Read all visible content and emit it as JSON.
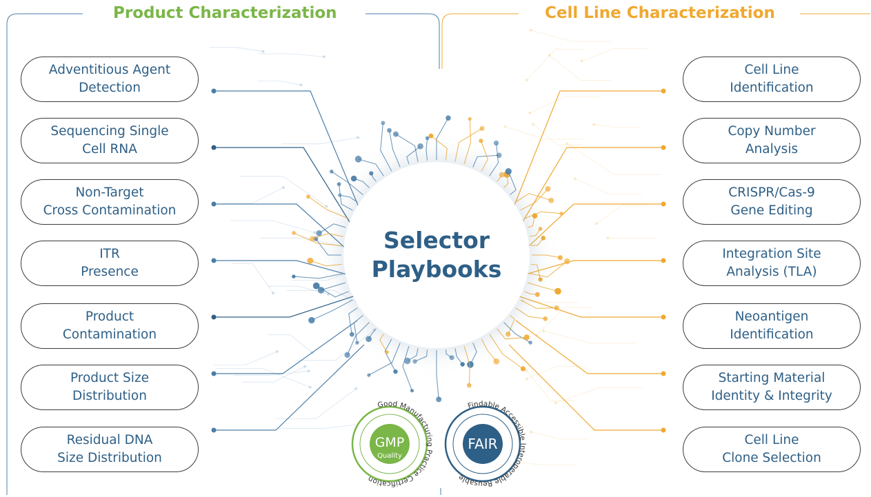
{
  "left_section": {
    "title": "Product Characterization",
    "color": "#7ab648",
    "items": [
      {
        "line1": "Adventitious Agent",
        "line2": "Detection"
      },
      {
        "line1": "Sequencing Single",
        "line2": "Cell RNA"
      },
      {
        "line1": "Non-Target",
        "line2": "Cross Contamination"
      },
      {
        "line1": "ITR",
        "line2": "Presence"
      },
      {
        "line1": "Product",
        "line2": "Contamination"
      },
      {
        "line1": "Product Size",
        "line2": "Distribution"
      },
      {
        "line1": "Residual DNA",
        "line2": "Size Distribution"
      }
    ]
  },
  "right_section": {
    "title": "Cell Line Characterization",
    "color": "#f0a830",
    "items": [
      {
        "line1": "Cell Line",
        "line2": "Identification"
      },
      {
        "line1": "Copy Number",
        "line2": "Analysis"
      },
      {
        "line1": "CRISPR/Cas-9",
        "line2": "Gene Editing"
      },
      {
        "line1": "Integration Site",
        "line2": "Analysis (TLA)"
      },
      {
        "line1": "Neoantigen",
        "line2": "Identification"
      },
      {
        "line1": "Starting Material",
        "line2": "Identity & Integrity"
      },
      {
        "line1": "Cell Line",
        "line2": "Clone Selection"
      }
    ]
  },
  "center": {
    "line1": "Selector",
    "line2": "Playbooks",
    "color": "#2e5f86"
  },
  "badges": {
    "gmp": {
      "label": "GMP",
      "sublabel": "Quality",
      "ring_text": "Good Manufacturing Practice Certification",
      "color": "#7ab648"
    },
    "fair": {
      "label": "FAIR",
      "ring_text": "Findable Accessible Interoperable Reusable",
      "color": "#2e5f86"
    }
  },
  "colors": {
    "blue": "#4a7ea8",
    "orange": "#f0a830",
    "light_blue": "#8fb3d3",
    "light_orange": "#f6cf8a",
    "text": "#2e5f86"
  }
}
